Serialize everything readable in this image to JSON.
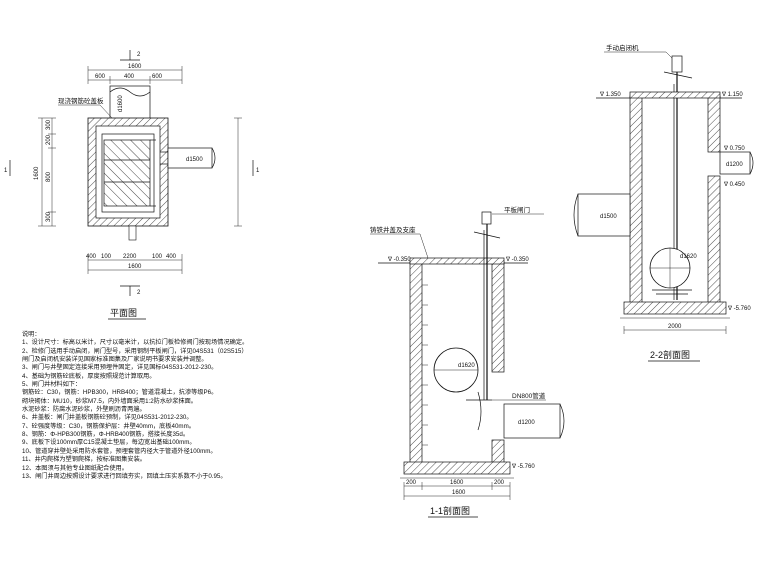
{
  "views": {
    "plan": {
      "title": "平面图",
      "section_mark_top": "2",
      "section_mark_bottom": "2",
      "section_mark_left": "1",
      "section_mark_right": "1",
      "callout": "现浇钢筋砼盖板",
      "pipe_label_top": "d1600",
      "pipe_label_right": "d1500",
      "dims_top_overall": "1600",
      "dims_top_parts": [
        "600",
        "400",
        "600"
      ],
      "dims_left_overall": "1600",
      "dims_left_parts": [
        "300",
        "200",
        "800",
        "300"
      ],
      "dims_bottom_parts": [
        "400",
        "100",
        "2200",
        "100",
        "400"
      ],
      "dims_bottom_overall": "1600"
    },
    "section_1_1": {
      "title": "1-1剖面图",
      "label_gate": "平板闸门",
      "label_lid": "铸铁井盖及支座",
      "label_pipe": "DN800管道",
      "pipe_circle_label": "d1620",
      "pipe_right_label": "d1200",
      "elev_ground_left": "∇ -0.350",
      "elev_ground_right": "∇ -0.350",
      "elev_bottom": "∇ -5.760",
      "dims_bottom_parts": [
        "200",
        "1600",
        "200"
      ],
      "dims_bottom_overall": "1600"
    },
    "section_2_2": {
      "title": "2-2剖面图",
      "label_hoist": "手动启闭机",
      "elev_top": "∇ 1.350",
      "elev_top_right": "∇ 1.150",
      "elev_pipe_top": "∇ 0.750",
      "elev_pipe_mid": "∇ 0.450",
      "elev_bottom": "∇ -5.760",
      "pipe_label_left": "d1500",
      "pipe_label_right": "d1200",
      "circle_label": "d1620",
      "dims_bottom_overall": "2000"
    }
  },
  "notes": {
    "heading": "说明：",
    "lines": [
      "1、设计尺寸：标高以米计，尺寸以毫米计，以抗拉门板检修阀门按现场情况确定。",
      "2、检修门选用手动启闭，闸门型号，采用钢制平板闸门，详见04S531（02S515）",
      "   闸门及启闭机安装详见国家标准图集及厂家说明书要求安装并调整。",
      "3、闸门与井壁固定连接采用预埋件固定，详见国标04S531-2012-230。",
      "4、基础为钢筋砼底板，厚度按照规范计算取用。",
      "5、闸门井材料如下：",
      "   钢筋砼：C30，钢筋：HPB300，HRB400；管道混凝土，抗渗等级P6。",
      "   砌块砌体：MU10，砂浆M7.5，内外墙面采用1:2防水砂浆抹面。",
      "   水泥砂浆：防腐水泥砂浆，外壁刷沥青两遍。",
      "6、井盖板：闸门井盖板钢筋砼预制，详见04S531-2012-230。",
      "7、砼强度等级：C30，钢筋保护层：井壁40mm，底板40mm。",
      "8、钢筋：Φ-HPB300钢筋，Φ-HRB400钢筋，搭接长度35d。",
      "9、底板下设100mm厚C15混凝土垫层，每边宽出基础100mm。",
      "10、管道穿井壁处采用防水套管，预埋套管内径大于管道外径100mm。",
      "11、井内爬梯为塑钢爬梯，按标准图集安装。",
      "12、本图须与其他专业图纸配合使用。",
      "13、闸门井周边按照设计要求进行回填夯实，回填土压实系数不小于0.95。"
    ]
  }
}
